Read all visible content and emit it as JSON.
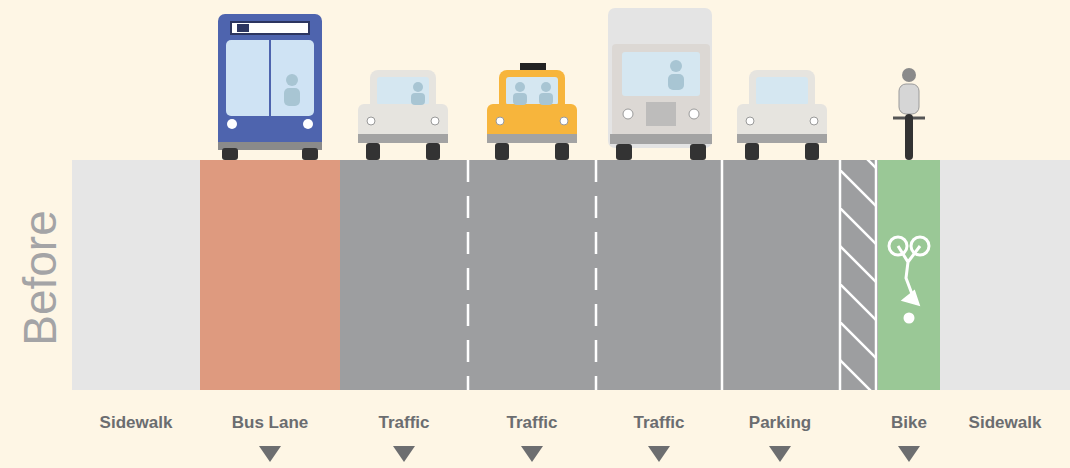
{
  "diagram": {
    "title": "Before",
    "nodes": [
      {
        "text": [
          "Sidewalk"
        ]
      },
      {
        "text": [
          "Bus Lane"
        ]
      },
      {
        "text": [
          "Traffic"
        ]
      },
      {
        "text": [
          "Traffic"
        ]
      },
      {
        "text": [
          "Traffic"
        ]
      },
      {
        "text": [
          "Parking"
        ]
      },
      {
        "text": [
          "Bike"
        ]
      },
      {
        "text": [
          "Sidewalk"
        ]
      }
    ]
  }
}
